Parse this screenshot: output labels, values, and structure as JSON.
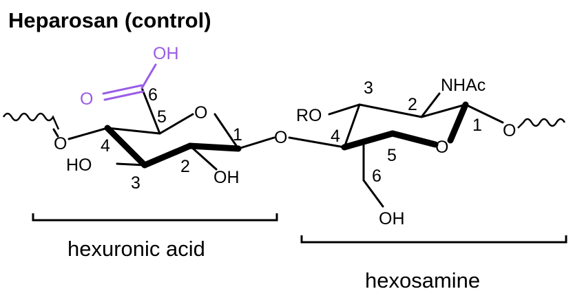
{
  "title": "Heparosan (control)",
  "accent_color": "#9a5ce6",
  "hexuronic": {
    "oh_top": "OH",
    "o_carbonyl": "O",
    "c6": "6",
    "c5": "5",
    "ring_o": "O",
    "c1": "1",
    "c4": "4",
    "c3": "3",
    "c2": "2",
    "o_left": "O",
    "ho": "HO",
    "oh_bottom": "OH"
  },
  "linker_o": "O",
  "hexosamine": {
    "ro": "RO",
    "c3": "3",
    "c2": "2",
    "nhac": "NHAc",
    "c1": "1",
    "c4": "4",
    "ring_o": "O",
    "c5": "5",
    "c6": "6",
    "oh": "OH",
    "o_right": "O"
  },
  "captions": {
    "left": "hexuronic acid",
    "right": "hexosamine"
  }
}
